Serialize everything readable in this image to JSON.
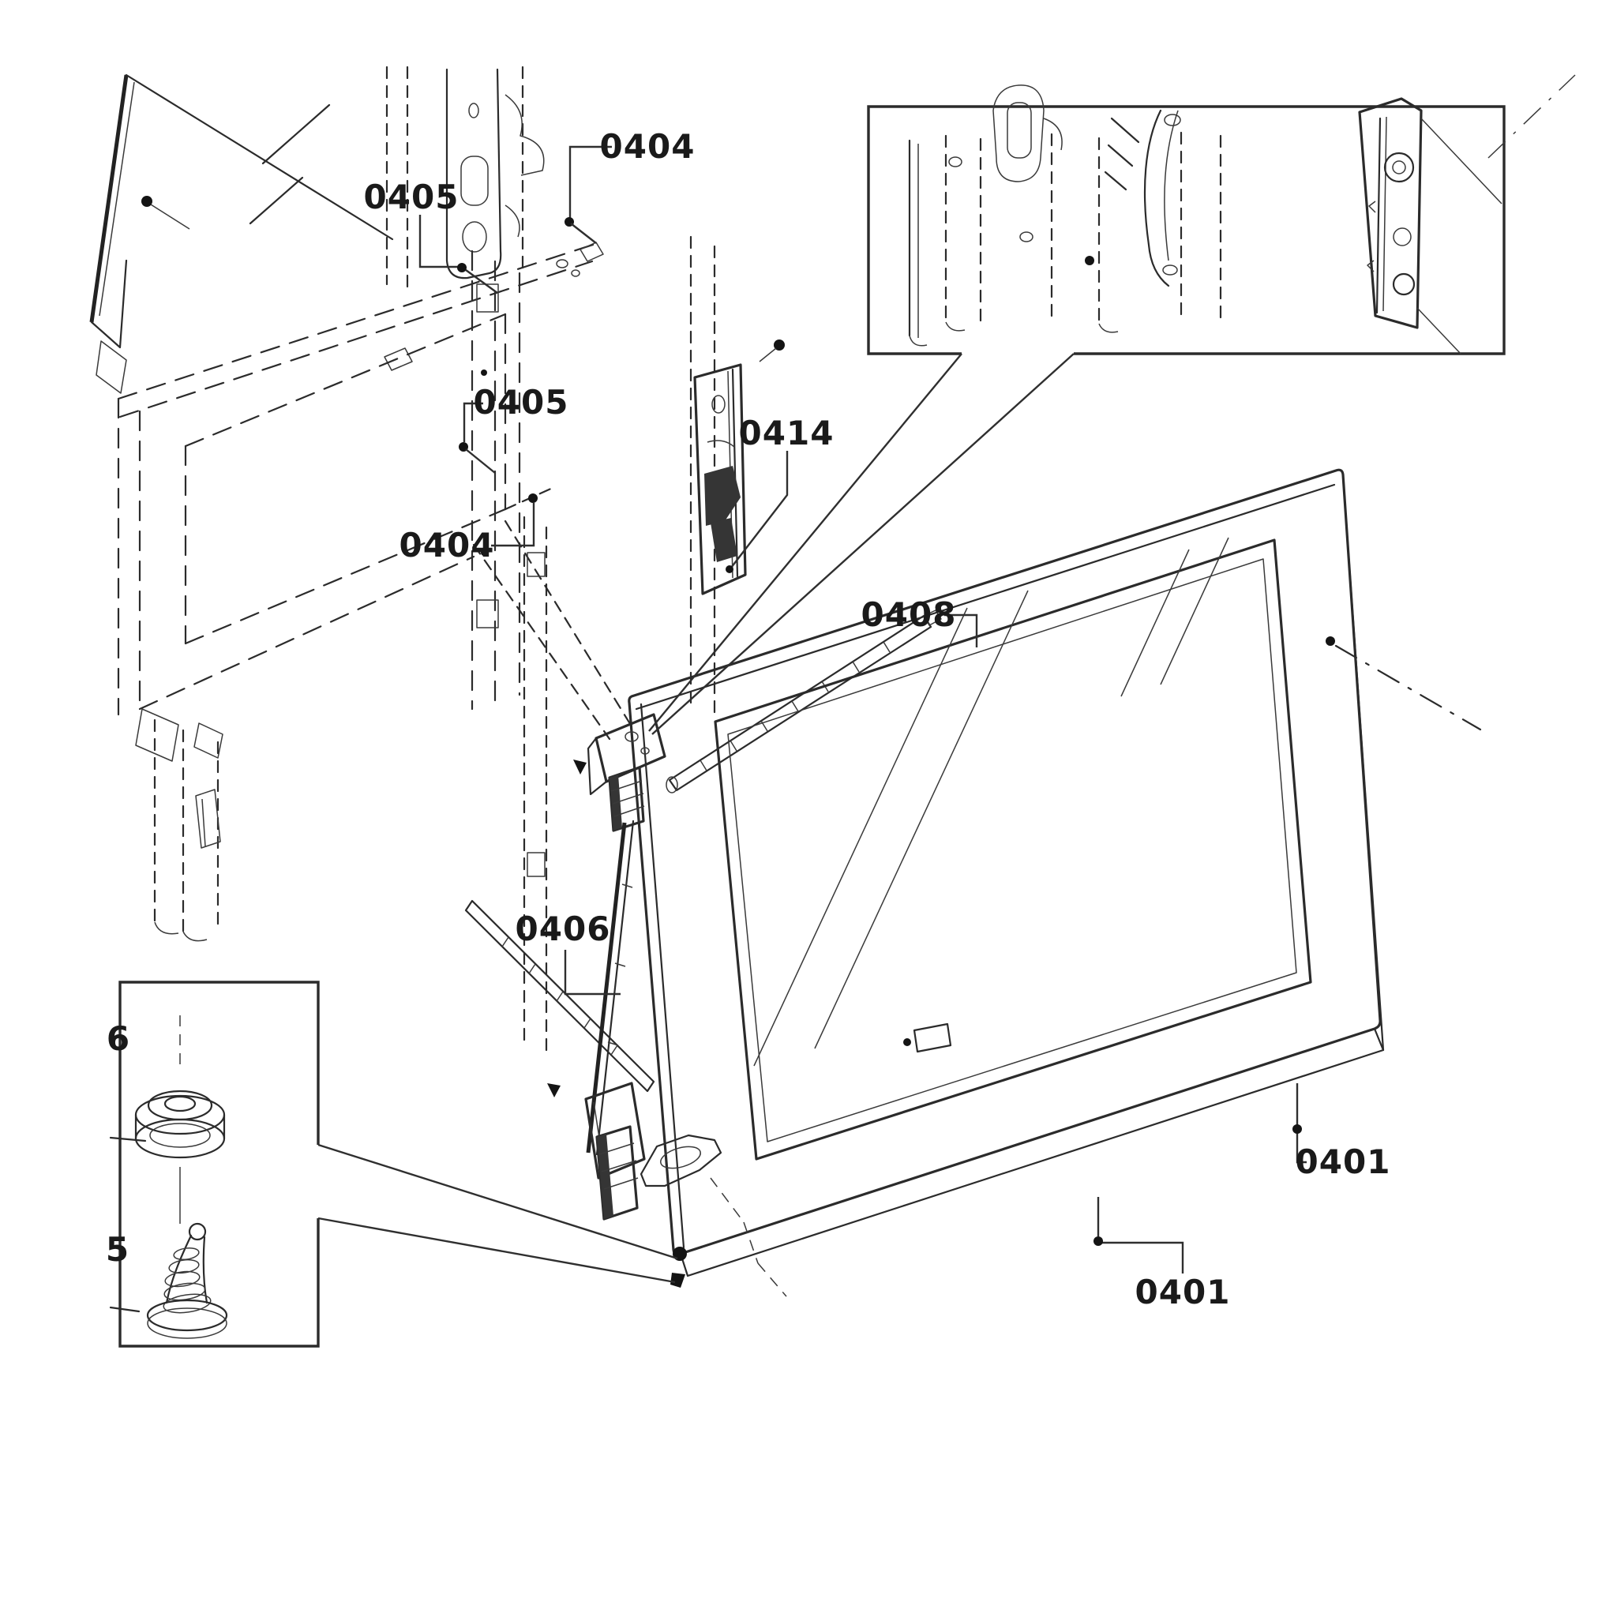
{
  "document": {
    "type": "exploded-parts-diagram",
    "subject": "built-in oven door and hinge assembly line drawing",
    "background_color": "#ffffff",
    "ink_color": "#2b2b2b",
    "label_color": "#1a1a1a"
  },
  "callouts": [
    {
      "id": "0404-top",
      "label": "0404",
      "points_to": "screw at frame top corner"
    },
    {
      "id": "0405-upper",
      "label": "0405",
      "points_to": "screw on frame top rail"
    },
    {
      "id": "0405-mid",
      "label": "0405",
      "points_to": "screw on inner frame rail"
    },
    {
      "id": "0404-mid",
      "label": "0404",
      "points_to": "screw on inner frame lower rail"
    },
    {
      "id": "0414",
      "label": "0414",
      "points_to": "door lock latch assembly"
    },
    {
      "id": "0408",
      "label": "0408",
      "points_to": "inner door glass frame"
    },
    {
      "id": "0406",
      "label": "0406",
      "points_to": "hinge bar"
    },
    {
      "id": "0401-right",
      "label": "0401",
      "points_to": "door panel right edge"
    },
    {
      "id": "0401-bottom",
      "label": "0401",
      "points_to": "door panel bottom edge"
    },
    {
      "id": "partial-grommet",
      "label": "6",
      "points_to": "grommet in detail inset (clipped label)"
    },
    {
      "id": "partial-screw",
      "label": "5",
      "points_to": "fixing screw in detail inset (clipped label)"
    }
  ],
  "insets": {
    "bottom_left": {
      "contents": [
        "grommet bushing",
        "conical fixing screw"
      ],
      "connects_to": "lower hinge fixing point"
    },
    "top_right": {
      "contents": [
        "latch keeper detail",
        "mounting plate with holes"
      ],
      "connects_to": "upper hinge area"
    }
  },
  "parts_visible": [
    "rear-glass-panel",
    "rear-latch-plate",
    "oven-front-frame-dashed",
    "latch-assembly-0414",
    "upper-hinge-bracket",
    "hinge-bar-0406",
    "lower-hinge-bracket",
    "hinge-hook",
    "door-panel-0401",
    "inner-glass-frame-0408",
    "glass-clip",
    "upper-seal-strip",
    "lower-seal-strip"
  ]
}
